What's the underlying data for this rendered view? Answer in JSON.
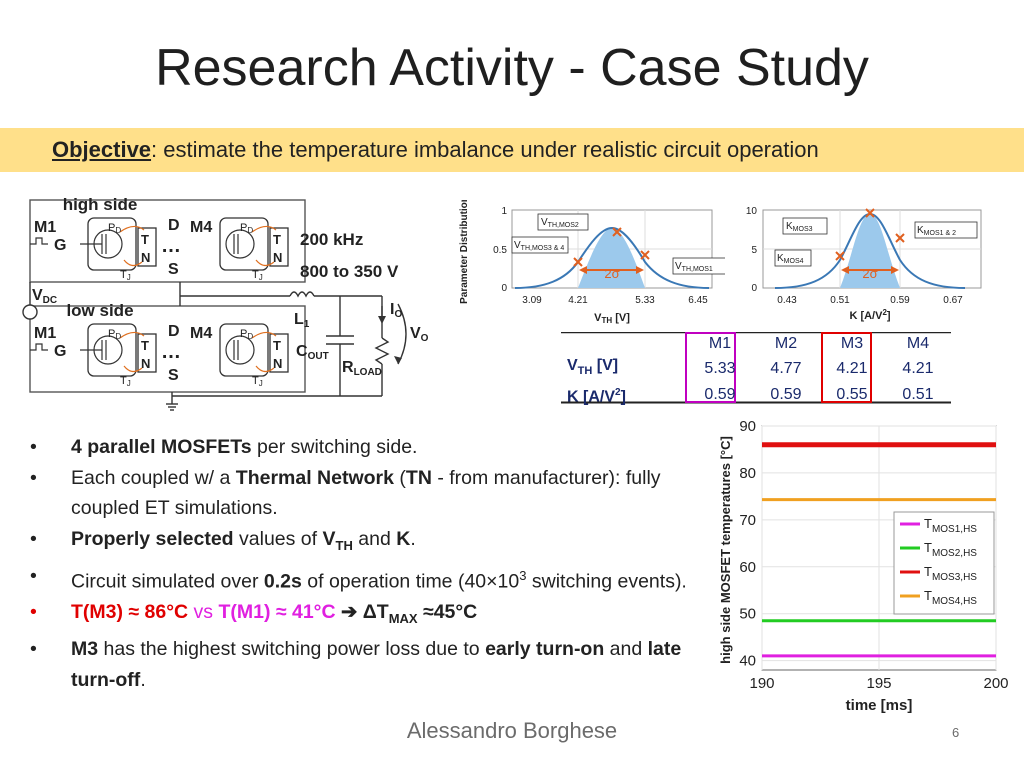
{
  "slide": {
    "title": "Research Activity - Case Study",
    "objective_label": "Objective",
    "objective_text": ": estimate the temperature imbalance under realistic circuit operation",
    "footer": "Alessandro Borghese",
    "page": "6"
  },
  "circuit": {
    "high_side": "high side",
    "low_side": "low side",
    "m1": "M1",
    "m4": "M4",
    "g": "G",
    "d": "D",
    "s": "S",
    "pd": "P",
    "pd_sub": "D",
    "tj": "T",
    "tj_sub": "J",
    "t": "T",
    "n": "N",
    "dots": "…",
    "vdc": "V",
    "vdc_sub": "DC",
    "l1": "L",
    "l1_sub": "1",
    "cout": "C",
    "cout_sub": "OUT",
    "rload": "R",
    "rload_sub": "LOAD",
    "io": "I",
    "io_sub": "O",
    "vo": "V",
    "vo_sub": "O",
    "freq": "200 kHz",
    "voltage": "800 to 350 V"
  },
  "distributions": {
    "vth": {
      "ylabel": "Parameter Distribution",
      "xlabel_main": "V",
      "xlabel_sub": "TH",
      "xlabel_unit": " [V]",
      "yticks": [
        "1",
        "0.5",
        "0"
      ],
      "xticks": [
        "3.09",
        "4.21",
        "5.33",
        "6.45"
      ],
      "sigma": "2σ",
      "ann_mos2": "V",
      "ann_mos2_sub": "TH,MOS2",
      "ann_mos34": "V",
      "ann_mos34_sub": "TH,MOS3 & 4",
      "ann_mos1": "V",
      "ann_mos1_sub": "TH,MOS1"
    },
    "k": {
      "xlabel": "K [A/V",
      "xlabel_sup": "2",
      "xlabel_end": "]",
      "yticks": [
        "10",
        "5",
        "0"
      ],
      "xticks": [
        "0.43",
        "0.51",
        "0.59",
        "0.67"
      ],
      "sigma": "2σ",
      "ann_mos3": "K",
      "ann_mos3_sub": "MOS3",
      "ann_mos12": "K",
      "ann_mos12_sub": "MOS1 & 2",
      "ann_mos4": "K",
      "ann_mos4_sub": "MOS4"
    }
  },
  "param_table": {
    "headers": [
      "M1",
      "M2",
      "M3",
      "M4"
    ],
    "row_vth_label": "V",
    "row_vth_sub": "TH",
    "row_vth_unit": " [V]",
    "row_vth": [
      "5.33",
      "4.77",
      "4.21",
      "4.21"
    ],
    "row_k_label": "K [A/V",
    "row_k_sup": "2",
    "row_k_end": "]",
    "row_k": [
      "0.59",
      "0.59",
      "0.55",
      "0.51"
    ],
    "highlight": {
      "M1": "#c000c0",
      "M3": "#e00000"
    }
  },
  "bullets": {
    "b1_bold": "4 parallel MOSFETs",
    "b1_rest": " per switching side.",
    "b2_a": "Each coupled w/ a ",
    "b2_bold1": "Thermal Network",
    "b2_b": " (",
    "b2_bold2": "TN",
    "b2_c": " - from manufacturer): fully coupled ET simulations.",
    "b3_bold": "Properly selected",
    "b3_a": " values of ",
    "b3_v": "V",
    "b3_sub": "TH",
    "b3_b": " and ",
    "b3_k": "K",
    "b3_c": ".",
    "b4_a": "Circuit simulated over ",
    "b4_bold": "0.2s",
    "b4_b": " of operation time (40×10",
    "b4_sup": "3",
    "b4_c": " switching events).",
    "b5_m3": "T(M3) ≈ 86°C",
    "b5_vs": " vs ",
    "b5_m1": "T(M1) ≈ 41°C",
    "b5_arrow": " ➔ ",
    "b5_dt": "ΔT",
    "b5_dt_sub": "MAX",
    "b5_dt_val": " ≈45°C",
    "b6_bold1": "M3",
    "b6_a": " has the highest switching power loss due to ",
    "b6_bold2": "early turn-on",
    "b6_b": " and ",
    "b6_bold3": "late turn-off",
    "b6_c": "."
  },
  "chart_data": {
    "type": "line",
    "title": "",
    "xlabel": "time [ms]",
    "ylabel": "high side MOSFET temperatures [°C]",
    "xlim": [
      190,
      200
    ],
    "ylim": [
      38,
      90
    ],
    "xticks": [
      "190",
      "195",
      "200"
    ],
    "yticks": [
      "90",
      "80",
      "70",
      "60",
      "50",
      "40"
    ],
    "grid": true,
    "legend_position": "right",
    "x": [
      190,
      200
    ],
    "series": [
      {
        "name": "T",
        "sub": "MOS1,HS",
        "values": [
          41,
          41
        ],
        "color": "#e020e0"
      },
      {
        "name": "T",
        "sub": "MOS2,HS",
        "values": [
          48.5,
          48.5
        ],
        "color": "#22cc22"
      },
      {
        "name": "T",
        "sub": "MOS3,HS",
        "values": [
          86,
          86
        ],
        "color": "#e01010"
      },
      {
        "name": "T",
        "sub": "MOS4,HS",
        "values": [
          74.3,
          74.3
        ],
        "color": "#f0a020"
      }
    ]
  }
}
